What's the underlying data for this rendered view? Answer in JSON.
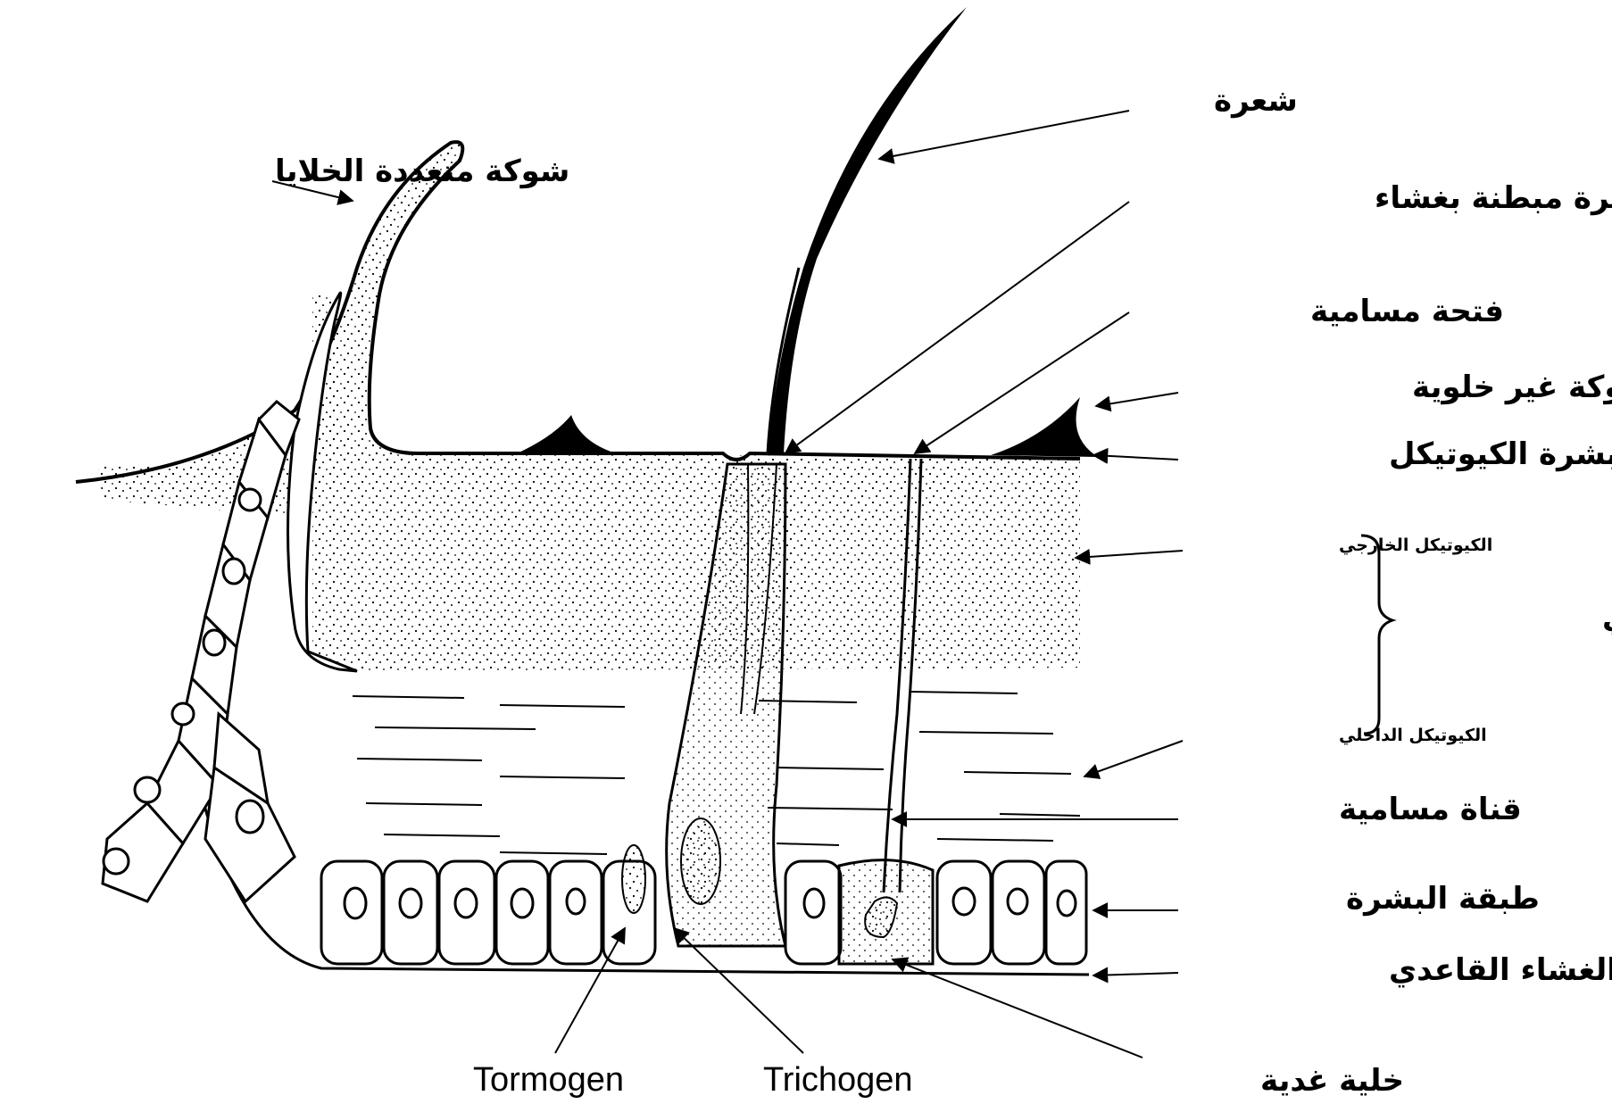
{
  "diagram": {
    "labels": {
      "hair": "شعرة",
      "membranous_socket": "نقرة مبطنة بغشاء",
      "pore_opening": "فتحة مسامية",
      "acellular_spine": "شوكة غير خلوية",
      "epicuticle": "بشرة الكيوتيكل",
      "exocuticle": "الكيوتيكل الخارجي",
      "procuticle": "الكيوتيكل الأولي",
      "endocuticle": "الكيوتيكل الداخلي",
      "pore_canal": "قناة مسامية",
      "epidermis": "طبقة البشرة",
      "basement_membrane": "الغشاء القاعدي",
      "gland_cell": "خلية غدية",
      "multicellular_spine": "شوكة متعددة الخلايا",
      "tormogen": "Tormogen",
      "trichogen": "Trichogen"
    },
    "colors": {
      "ink": "#000000",
      "paper": "#ffffff"
    }
  }
}
